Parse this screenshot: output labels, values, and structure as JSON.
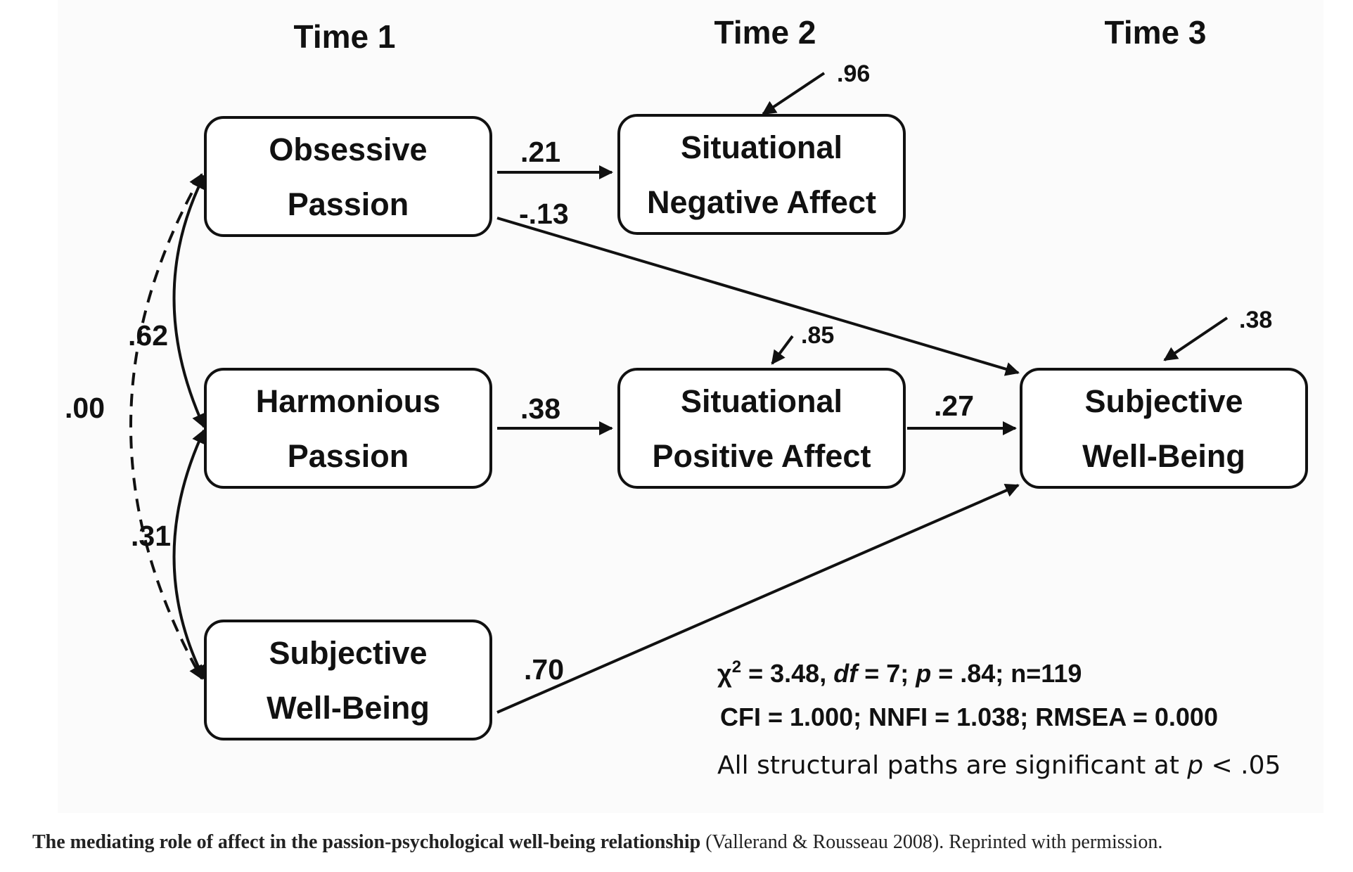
{
  "time_headers": [
    "Time 1",
    "Time 2",
    "Time 3"
  ],
  "nodes": {
    "obsessive_passion": [
      "Obsessive",
      "Passion"
    ],
    "harmonious_passion": [
      "Harmonious",
      "Passion"
    ],
    "swb_time1": [
      "Subjective",
      "Well-Being"
    ],
    "negative_affect": [
      "Situational",
      "Negative Affect"
    ],
    "positive_affect": [
      "Situational",
      "Positive Affect"
    ],
    "swb_time3": [
      "Subjective",
      "Well-Being"
    ]
  },
  "coefficients": {
    "op_to_neg": ".21",
    "op_to_swb": "-.13",
    "hp_to_pos": ".38",
    "pos_to_swb": ".27",
    "swb1_to_swb3": ".70",
    "op_hp_corr": ".62",
    "hp_swb_corr": ".31",
    "op_swb_corr": ".00"
  },
  "residuals": {
    "negative_affect": ".96",
    "positive_affect": ".85",
    "swb_time3": ".38"
  },
  "fit_stats": {
    "line1_chi": "χ",
    "line1_sup": "2",
    "line1_a": " = 3.48, ",
    "line1_df": "df",
    "line1_b": " = 7; ",
    "line1_p": "p",
    "line1_c": " = .84; n=119",
    "line2": "CFI = 1.000; NNFI = 1.038; RMSEA = 0.000",
    "line3_a": "All structural paths are significant at ",
    "line3_p": "p",
    "line3_b": " < .05"
  },
  "caption": {
    "bold": "The mediating role of affect in the passion-psychological well-being relationship",
    "rest": " (Vallerand & Rousseau 2008). Reprinted with permission."
  }
}
